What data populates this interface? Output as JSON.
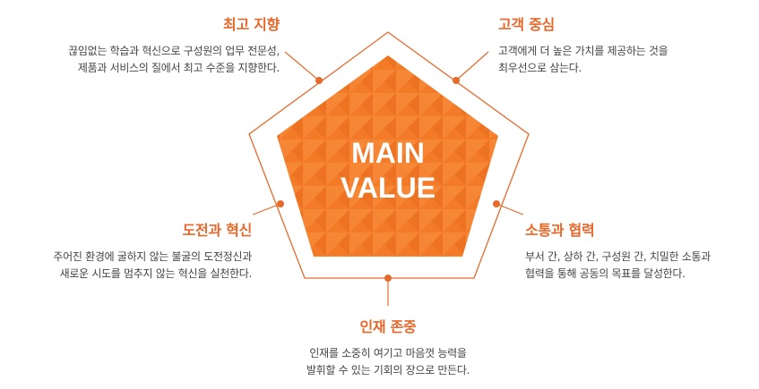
{
  "center": {
    "line1": "MAIN",
    "line2": "VALUE"
  },
  "values": {
    "top_left": {
      "title": "최고 지향",
      "desc": [
        "끊임없는 학습과 혁신으로 구성원의 업무 전문성,",
        "제품과 서비스의 질에서 최고 수준을 지향한다."
      ]
    },
    "top_right": {
      "title": "고객 중심",
      "desc": [
        "고객에게 더 높은 가치를 제공하는 것을",
        "최우선으로 삼는다."
      ]
    },
    "mid_left": {
      "title": "도전과 혁신",
      "desc": [
        "주어진 환경에 굴하지 않는 불굴의 도전정신과",
        "새로운 시도를 멈추지 않는 혁신을 실천한다."
      ]
    },
    "mid_right": {
      "title": "소통과 협력",
      "desc": [
        "부서 간, 상하 간, 구성원 간, 치밀한 소통과",
        "협력을 통해 공동의 목표를 달성한다."
      ]
    },
    "bottom": {
      "title": "인재 존중",
      "desc": [
        "인재를 소중히 여기고 마음껏 능력을",
        "발휘할 수 있는 기회의 장으로 만든다."
      ]
    }
  },
  "colors": {
    "accent": "#e8682a",
    "pentagon_fill": "#f37a27",
    "pentagon_outline": "#e56a2c",
    "text": "#444444"
  }
}
